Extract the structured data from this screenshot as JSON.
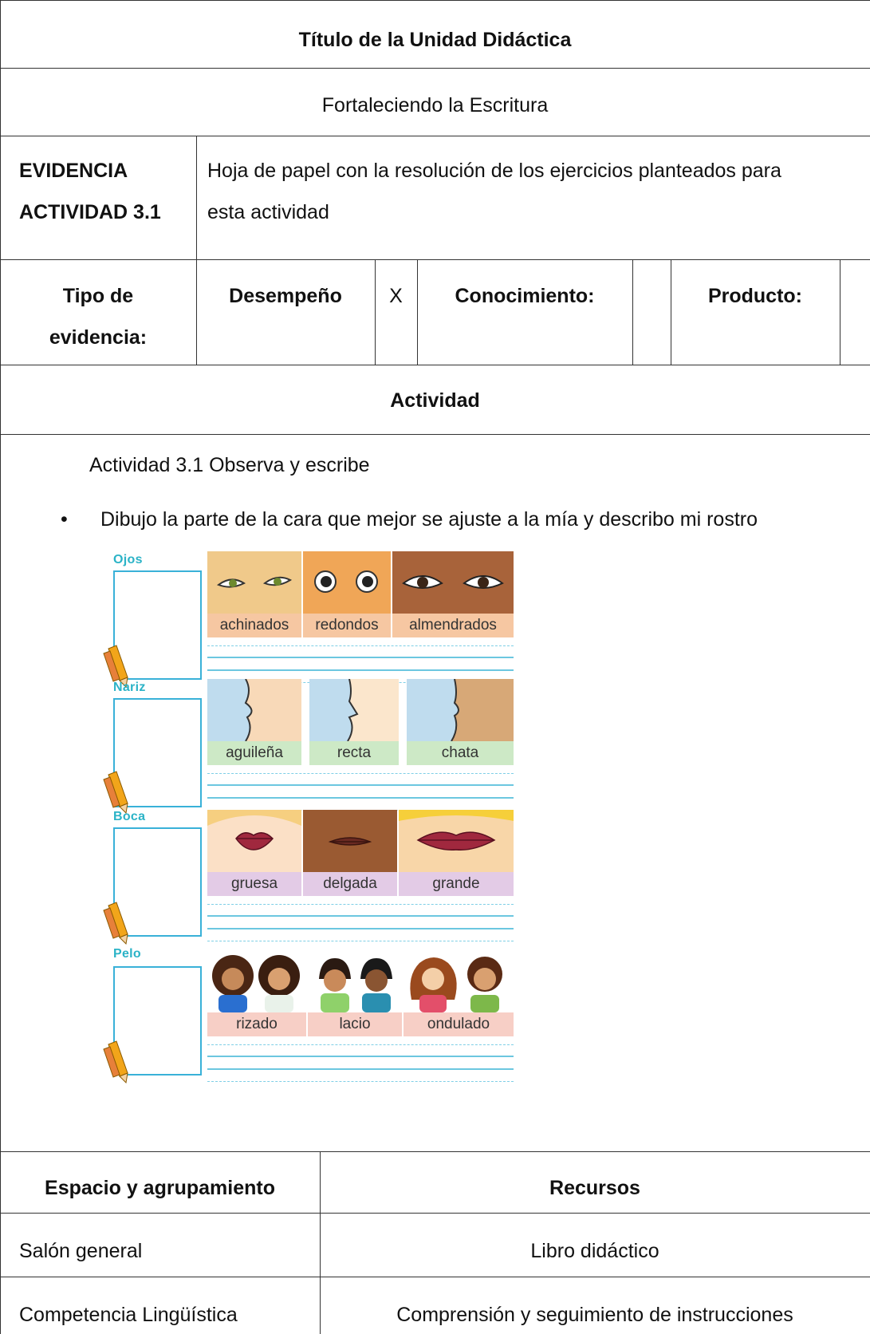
{
  "header": {
    "title": "Título de la Unidad Didáctica",
    "unit_name": "Fortaleciendo la Escritura"
  },
  "evidence": {
    "label_line1": "EVIDENCIA",
    "label_line2": "ACTIVIDAD 3.1",
    "desc_line1": "Hoja de papel con la resolución de los ejercicios planteados para",
    "desc_line2": "esta actividad"
  },
  "evidence_type": {
    "label_line1": "Tipo de",
    "label_line2": "evidencia:",
    "desempeno": "Desempeño",
    "desempeno_mark": "X",
    "conocimiento": "Conocimiento:",
    "conocimiento_mark": "",
    "producto": "Producto:",
    "producto_mark": ""
  },
  "activity": {
    "heading": "Actividad",
    "title": "Actividad 3.1 Observa y escribe",
    "bullet_glyph": "•",
    "bullet": "Dibujo la parte de la cara que mejor se ajuste a la mía y describo mi rostro"
  },
  "worksheet": {
    "sections": [
      {
        "title": "Ojos",
        "options": [
          "achinados",
          "redondos",
          "almendrados"
        ]
      },
      {
        "title": "Nariz",
        "options": [
          "aguileña",
          "recta",
          "chata"
        ]
      },
      {
        "title": "Boca",
        "options": [
          "gruesa",
          "delgada",
          "grande"
        ]
      },
      {
        "title": "Pelo",
        "options": [
          "rizado",
          "lacio",
          "ondulado"
        ]
      }
    ],
    "colors": {
      "title": "#2bb3c7",
      "frame": "#39b1d8",
      "eyes_caption": "#f6c7a2",
      "nose_caption": "#cde9c6",
      "mouth_caption": "#e3cbe6",
      "hair_caption": "#f7cfc6"
    }
  },
  "footer": {
    "space_heading": "Espacio y agrupamiento",
    "resources_heading": "Recursos",
    "space_value": "Salón general",
    "resources_value": "Libro didáctico",
    "competence": "Competencia Lingüística",
    "competence_desc": "Comprensión y seguimiento de instrucciones"
  }
}
